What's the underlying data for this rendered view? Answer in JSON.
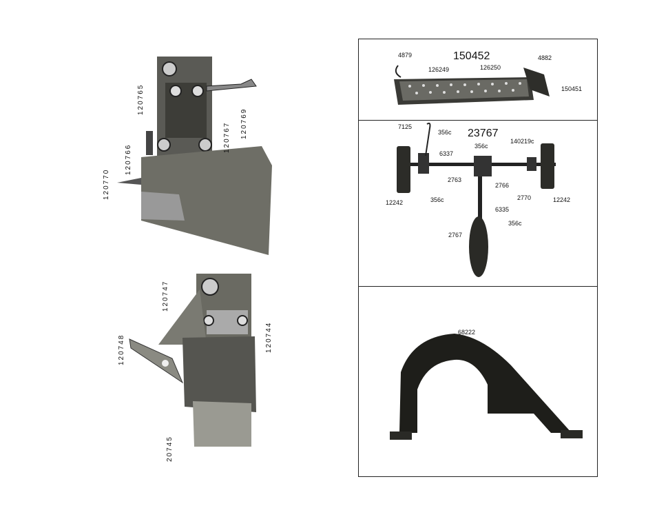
{
  "left_labels": {
    "top_1": "120765",
    "top_2": "120767",
    "top_3": "120769",
    "top_4": "120766",
    "top_5": "120770",
    "bottom_1": "120747",
    "bottom_2": "120748",
    "bottom_3": "120744",
    "bottom_4": "20745"
  },
  "panel1": {
    "title": "150452",
    "labels": [
      "4879",
      "126249",
      "126250",
      "4882",
      "150451"
    ]
  },
  "panel2": {
    "title": "23767",
    "labels": [
      "7125",
      "356c",
      "356c",
      "6337",
      "140219c",
      "2763",
      "2766",
      "12242",
      "356c",
      "2770",
      "12242",
      "6335",
      "356c",
      "2767"
    ]
  },
  "panel3": {
    "labels": [
      "68222"
    ]
  }
}
